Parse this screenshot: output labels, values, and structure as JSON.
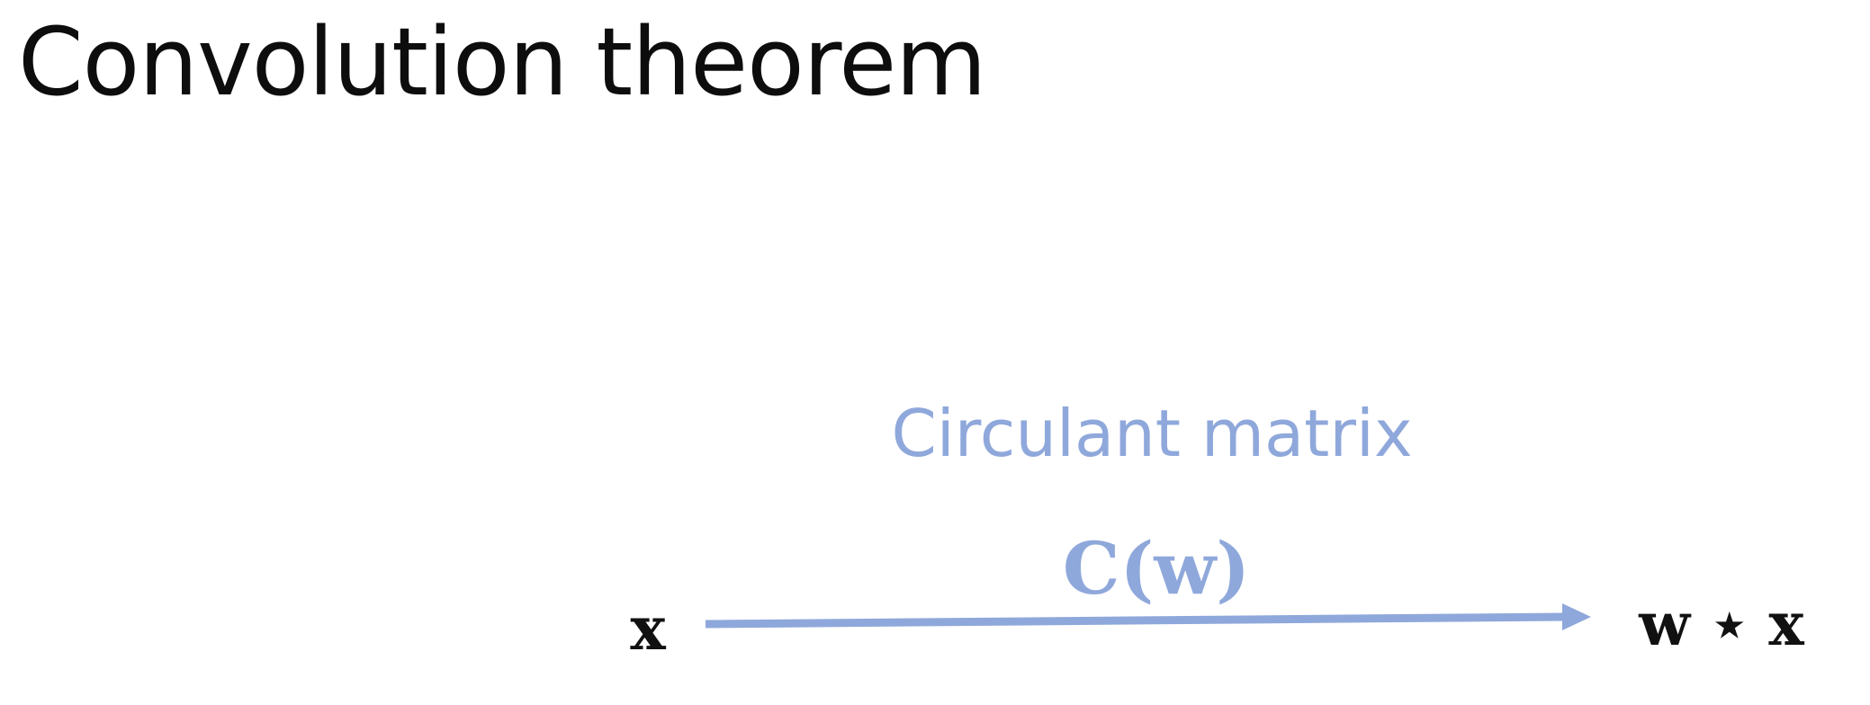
{
  "slide": {
    "title": "Convolution theorem"
  },
  "diagram": {
    "input_label": "x",
    "output_label": "w ⋆ x",
    "arrow_caption": "Circulant matrix",
    "operator_label": "C(w)",
    "arrow_color": "#8fa8db",
    "text_color": "#111111"
  }
}
